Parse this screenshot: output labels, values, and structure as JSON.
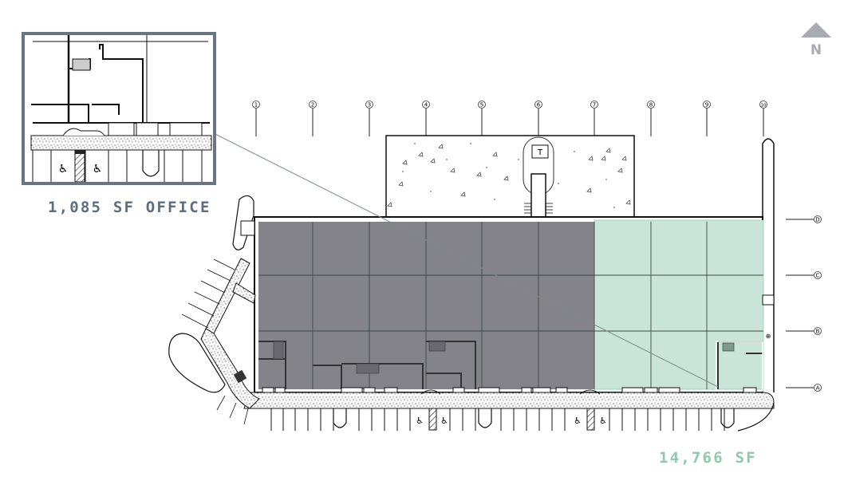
{
  "title": "Site floor plan",
  "compass": {
    "icon": "north-arrow-icon",
    "label": "N",
    "color": "#a8abb1"
  },
  "inset": {
    "label": "1,085 SF OFFICE",
    "label_color": "#5f6c7d",
    "frame_color": "#6a7583"
  },
  "available_space": {
    "label": "14,766 SF",
    "label_color": "#8ec8ad",
    "fill_color": "#c9e4d8"
  },
  "occupied_space": {
    "fill_color": "#848389"
  },
  "grid": {
    "columns": [
      "1",
      "2",
      "3",
      "4",
      "5",
      "6",
      "7",
      "8",
      "9",
      "10"
    ],
    "rows": [
      "D",
      "C",
      "B",
      "A"
    ]
  },
  "symbols": {
    "accessible_parking": "wheelchair-icon",
    "transformer": "T"
  }
}
